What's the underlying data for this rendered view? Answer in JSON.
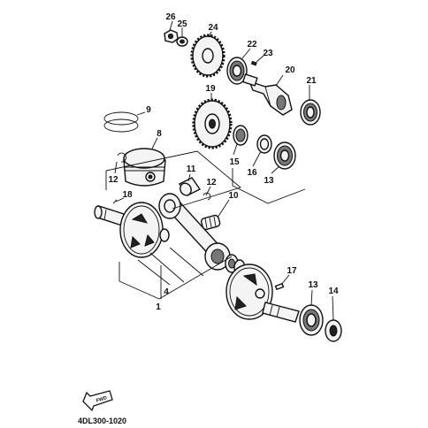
{
  "labels": {
    "p1": "1",
    "p4": "4",
    "p8": "8",
    "p9": "9",
    "p10": "10",
    "p11": "11",
    "p12a": "12",
    "p12b": "12",
    "p13a": "13",
    "p13b": "13",
    "p14": "14",
    "p15": "15",
    "p16": "16",
    "p17": "17",
    "p18": "18",
    "p19": "19",
    "p20": "20",
    "p21": "21",
    "p22": "22",
    "p23": "23",
    "p24": "24",
    "p25": "25",
    "p26": "26"
  },
  "footer": {
    "arrow_text": "FWD",
    "code": "4DL300-1020"
  }
}
